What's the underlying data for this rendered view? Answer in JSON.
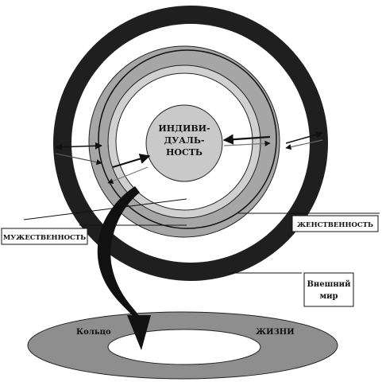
{
  "labels": {
    "center_line1": "ИНДИВИ-",
    "center_line2": "ДУАЛЬ-",
    "center_line3": "НОСТЬ",
    "masculinity": "МУЖЕСТВЕННОСТЬ",
    "femininity": "ЖЕНСТВЕННОСТЬ",
    "outer_world_line1": "Внешний",
    "outer_world_line2": "мир",
    "ring_left": "Кольцо",
    "ring_right": "ЖИЗНИ"
  },
  "colors": {
    "outer_ring": "#1f1f1f",
    "middle_ring": "#a6a6a6",
    "inner_ring": "#d0d0d0",
    "center_disc": "#c9c9c9",
    "life_ring": "#8e8e8e",
    "background": "#ffffff"
  }
}
